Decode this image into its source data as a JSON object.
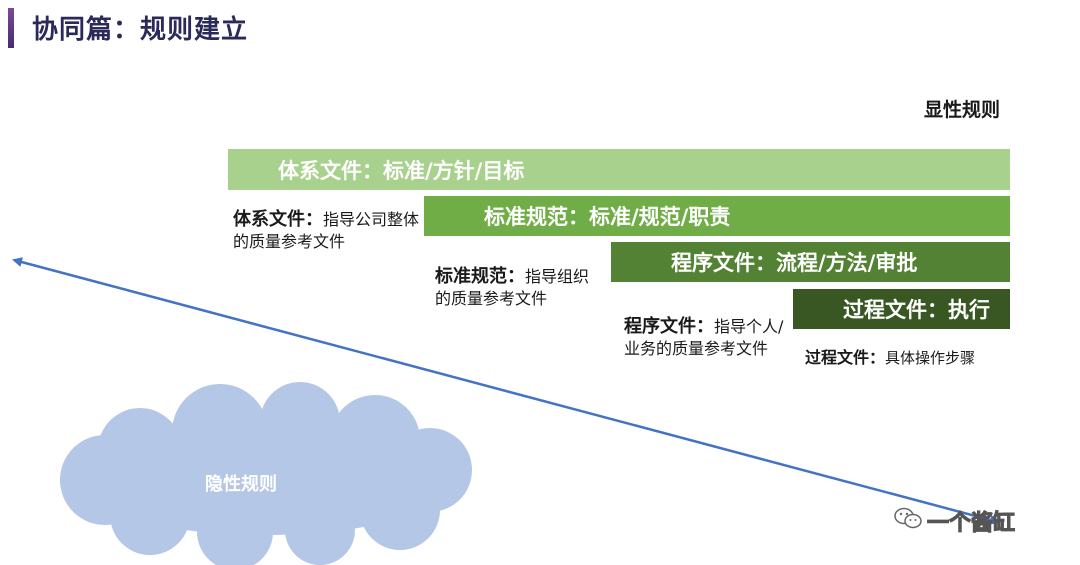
{
  "title": "协同篇：规则建立",
  "explicit_rules": "显性规则",
  "implicit_rules": "隐性规则",
  "bars": [
    {
      "label": "体系文件：标准/方针/目标",
      "color": "#a9d18e"
    },
    {
      "label": "标准规范：标准/规范/职责",
      "color": "#70ad47"
    },
    {
      "label": "程序文件：流程/方法/审批",
      "color": "#548235"
    },
    {
      "label": "过程文件：执行",
      "color": "#385723"
    }
  ],
  "descriptions": [
    {
      "term": "体系文件：",
      "text": "指导公司整体的质量参考文件"
    },
    {
      "term": "标准规范：",
      "text": "指导组织的质量参考文件"
    },
    {
      "term": "程序文件：",
      "text": "指导个人/业务的质量参考文件"
    },
    {
      "term": "过程文件：",
      "text": "具体操作步骤"
    }
  ],
  "watermark": "一个酱缸",
  "colors": {
    "arrow": "#4472c4",
    "cloud": "#b4c7e7",
    "title": "#2a2a5a"
  }
}
